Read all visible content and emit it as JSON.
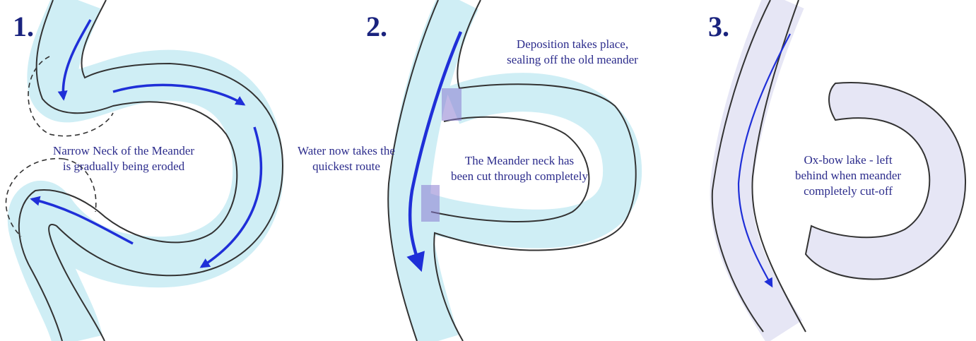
{
  "panels": [
    {
      "number": "1.",
      "labels": [
        "Narrow Neck of the Meander\nis gradually being eroded"
      ]
    },
    {
      "number": "2.",
      "labels": [
        "Deposition takes place,\nsealing off the old meander",
        "Water now takes the\nquickest route",
        "The Meander neck has\nbeen cut through completely"
      ]
    },
    {
      "number": "3.",
      "labels": [
        "Ox-bow lake - left\nbehind when meander\ncompletely cut-off"
      ]
    }
  ],
  "colors": {
    "river_fill": "#cfeef5",
    "oxbow_fill": "#e6e6f5",
    "arrow": "#1f2fd8",
    "bank": "#333333",
    "text": "#2c2c8c",
    "number": "#1a237e",
    "deposit": "#8a7ccf"
  }
}
